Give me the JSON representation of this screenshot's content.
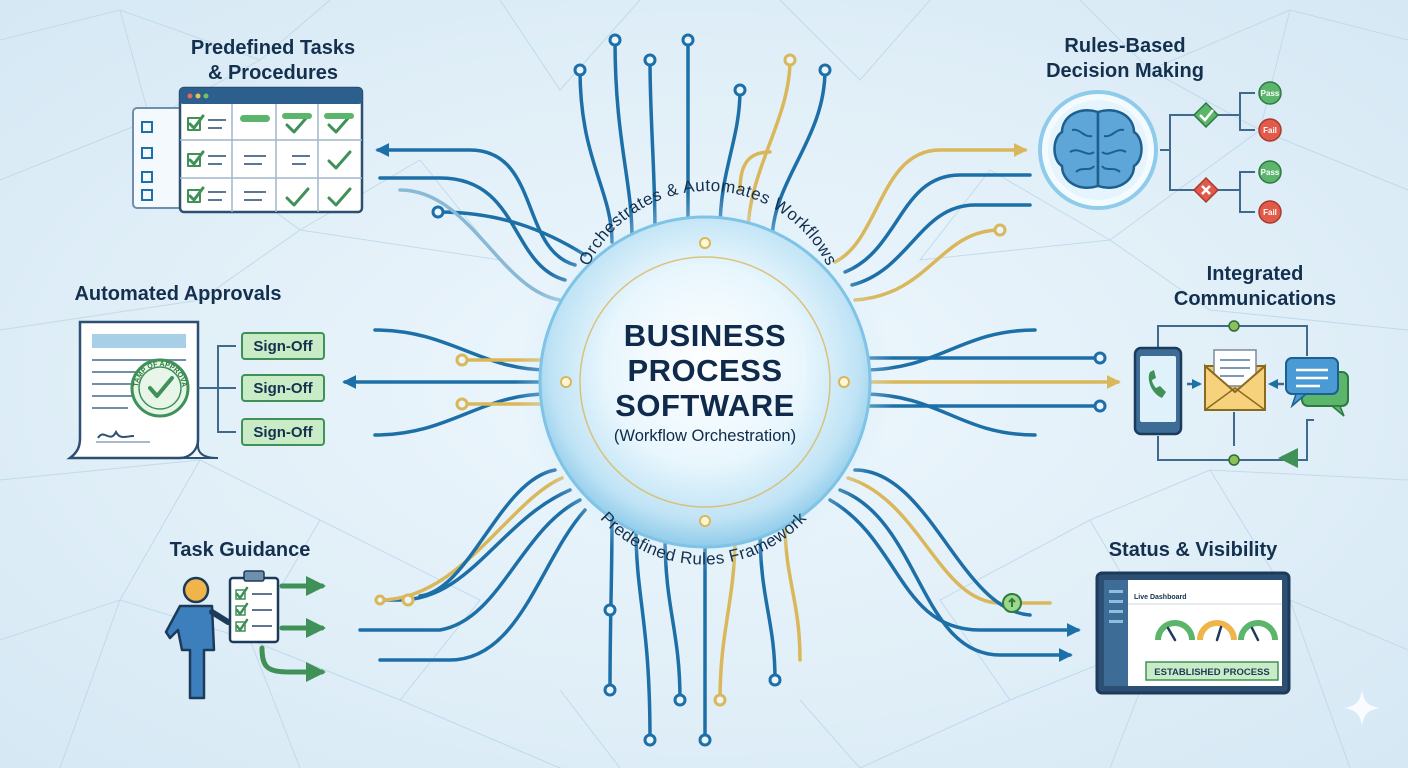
{
  "center": {
    "line1": "BUSINESS",
    "line2": "PROCESS",
    "line3": "SOFTWARE",
    "subtitle": "(Workflow Orchestration)",
    "arc_top": "Orchestrates & Automates Workflows",
    "arc_bottom": "Predefined Rules Framework"
  },
  "sections": {
    "tasks": {
      "line1": "Predefined Tasks",
      "line2": "& Procedures"
    },
    "decision": {
      "line1": "Rules-Based",
      "line2": "Decision Making"
    },
    "approvals": {
      "title": "Automated Approvals"
    },
    "communications": {
      "line1": "Integrated",
      "line2": "Communications"
    },
    "guidance": {
      "title": "Task Guidance"
    },
    "status": {
      "title": "Status & Visibility"
    }
  },
  "approvals": {
    "stamp_text": "STAMP OF APPROVAL",
    "signoffs": [
      "Sign-Off",
      "Sign-Off",
      "Sign-Off"
    ]
  },
  "decision": {
    "outcomes": [
      "Pass",
      "Fail",
      "Pass",
      "Fail"
    ]
  },
  "dashboard": {
    "header": "Live Dashboard",
    "banner": "ESTABLISHED PROCESS"
  },
  "colors": {
    "line_blue": "#1d6fa8",
    "line_gold": "#d9b75a",
    "line_green": "#3f9158",
    "ink": "#14304f",
    "accent_green": "#5bb56a"
  }
}
